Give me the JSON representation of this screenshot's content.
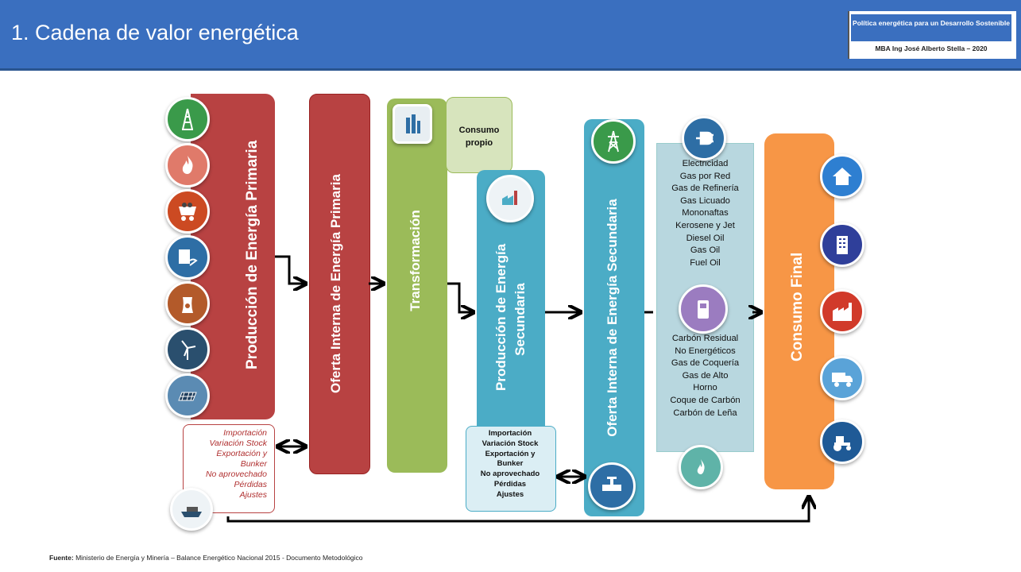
{
  "header": {
    "title": "1. Cadena de valor energética",
    "badge_line1": "Política energética para un Desarrollo Sostenible",
    "badge_line2": "MBA Ing José Alberto Stella – 2020"
  },
  "columns": {
    "produccion_primaria": "Producción de Energía Primaria",
    "oferta_primaria": "Oferta Interna de Energía Primaria",
    "transformacion": "Transformación",
    "consumo_propio": "Consumo propio",
    "produccion_secundaria_1": "Producción de Energía",
    "produccion_secundaria_2": "Secundaria",
    "oferta_secundaria": "Oferta Interna de Energía Secundaria",
    "consumo_final": "Consumo Final"
  },
  "left_box": {
    "lines": [
      "Importación",
      "Variación Stock",
      "Exportación y",
      "Bunker",
      "No aprovechado",
      "Pérdidas",
      "Ajustes"
    ]
  },
  "center_box": {
    "lines": [
      "Importación",
      "Variación Stock",
      "Exportación y",
      "Bunker",
      "No aprovechado",
      "Pérdidas",
      "Ajustes"
    ]
  },
  "secondary_list_top": [
    "Electricidad",
    "Gas por Red",
    "Gas de Refinería",
    "Gas Licuado",
    "Mononaftas",
    "Kerosene y Jet",
    "Diesel Oil",
    "Gas Oil",
    "Fuel Oil"
  ],
  "secondary_list_bottom": [
    "Carbón Residual",
    "No Energéticos",
    "Gas de Coquería",
    "Gas de Alto",
    "Horno",
    "Coque de Carbón",
    "Carbón de Leña"
  ],
  "icons": {
    "primary": [
      "oil-rig-icon",
      "flame-icon",
      "coal-cart-icon",
      "hydro-dam-icon",
      "nuclear-plant-icon",
      "wind-turbine-icon",
      "solar-panel-icon"
    ],
    "final": [
      "house-icon",
      "office-building-icon",
      "factory-icon",
      "truck-icon",
      "tractor-icon"
    ],
    "colors": {
      "red_column": "#b84242",
      "green_column": "#9bbb59",
      "teal_column": "#4bacc6",
      "orange_column": "#f79646",
      "light_green": "#d7e4bd",
      "header_blue": "#3a6fbf"
    }
  },
  "footer": {
    "label": "Fuente:",
    "text": "Ministerio de Energía y Minería – Balance Energético Nacional 2015 - Documento Metodológico"
  }
}
